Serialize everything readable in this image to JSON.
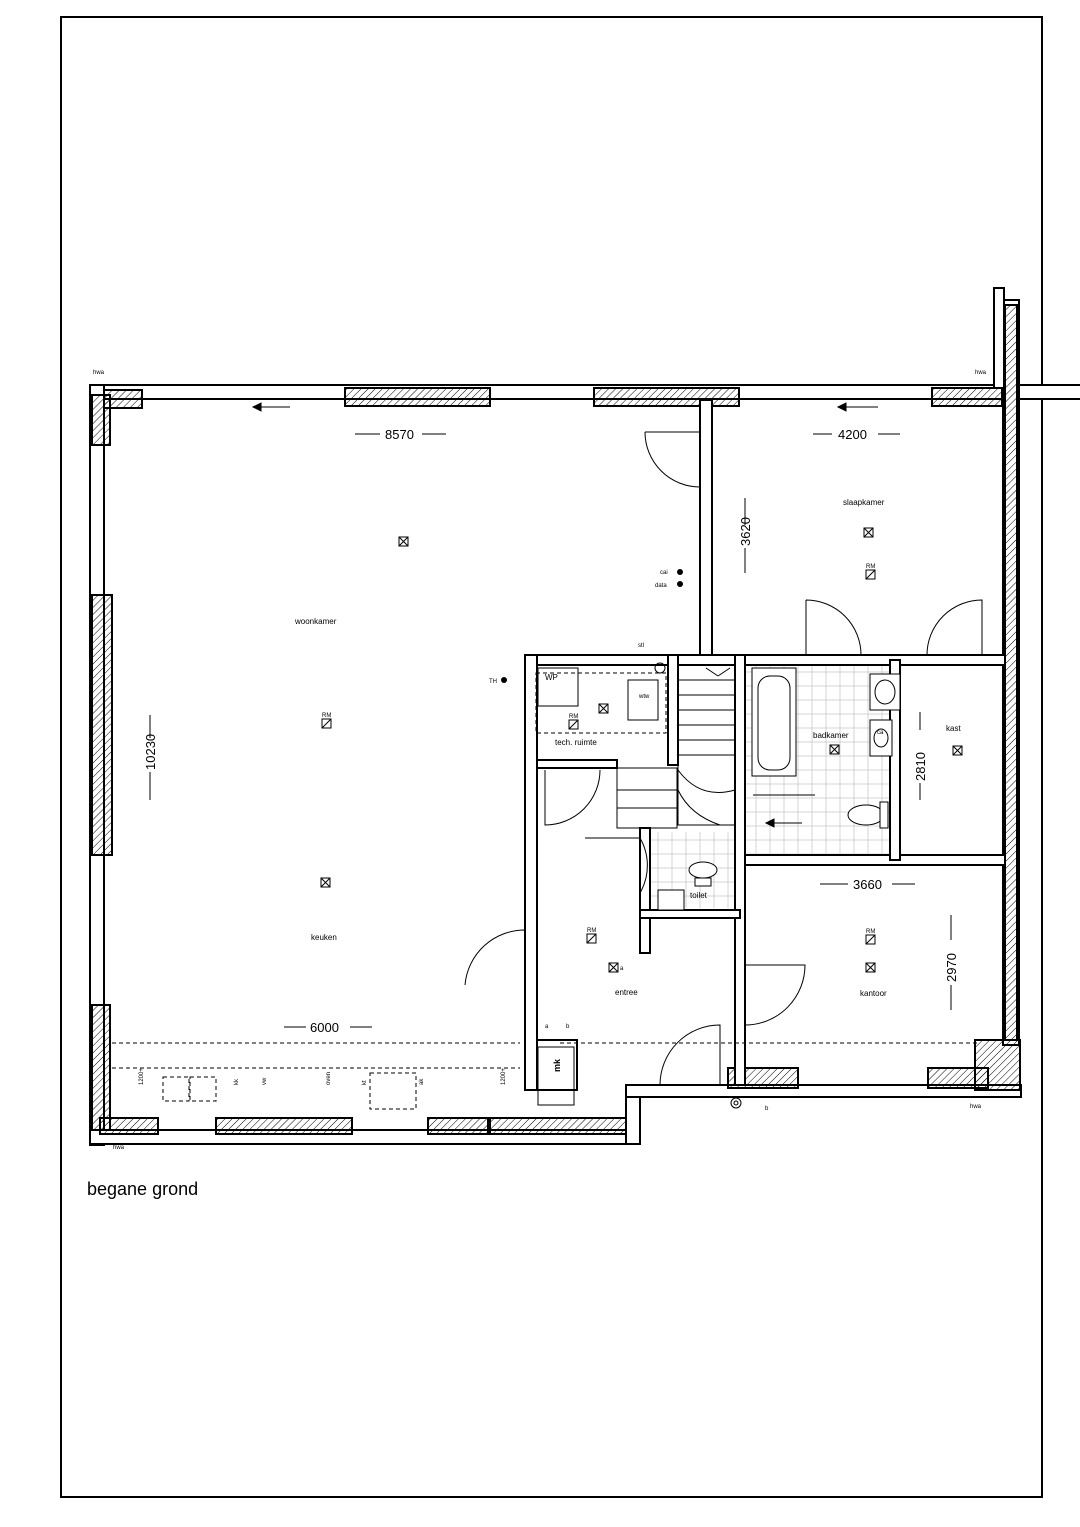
{
  "sheet_title": "begane grond",
  "rooms": {
    "woonkamer": "woonkamer",
    "keuken": "keuken",
    "slaapkamer": "slaapkamer",
    "badkamer": "badkamer",
    "kast": "kast",
    "tech_ruimte": "tech. ruimte",
    "toilet": "toilet",
    "entree": "entree",
    "kantoor": "kantoor"
  },
  "dimensions": {
    "top_left": "8570",
    "top_right": "4200",
    "slaapkamer_height": "3620",
    "woonkamer_height": "10230",
    "kast_height": "2810",
    "hall_width": "3660",
    "kantoor_height": "2970",
    "kitchen_width": "6000"
  },
  "annotations": {
    "hwa": "hwa",
    "rm": "RM",
    "cai": "cai",
    "data": "data",
    "stl": "stl",
    "th": "TH",
    "wp": "WP",
    "wtw": "wtw",
    "mk": "mk",
    "ca": "ca",
    "a": "a",
    "b": "b",
    "h1200": "1200+",
    "kk": "kk",
    "vw": "vw",
    "oven": "oven",
    "kt": "kt",
    "ak": "ak"
  }
}
